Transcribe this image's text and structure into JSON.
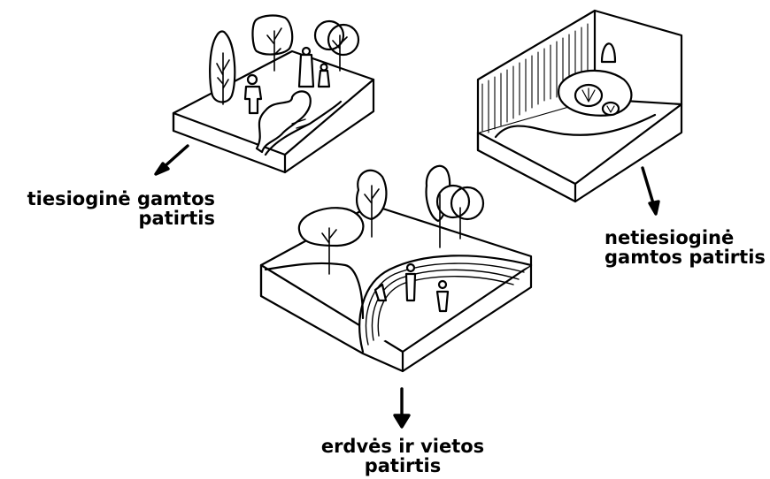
{
  "captions": {
    "direct": {
      "line1": "tiesioginė gamtos",
      "line2": "patirtis"
    },
    "indirect": {
      "line1": "netiesioginė",
      "line2": "gamtos patirtis"
    },
    "space": {
      "line1": "erdvės ir vietos",
      "line2": "patirtis"
    }
  },
  "colors": {
    "ink": "#000000",
    "paper": "#ffffff"
  }
}
